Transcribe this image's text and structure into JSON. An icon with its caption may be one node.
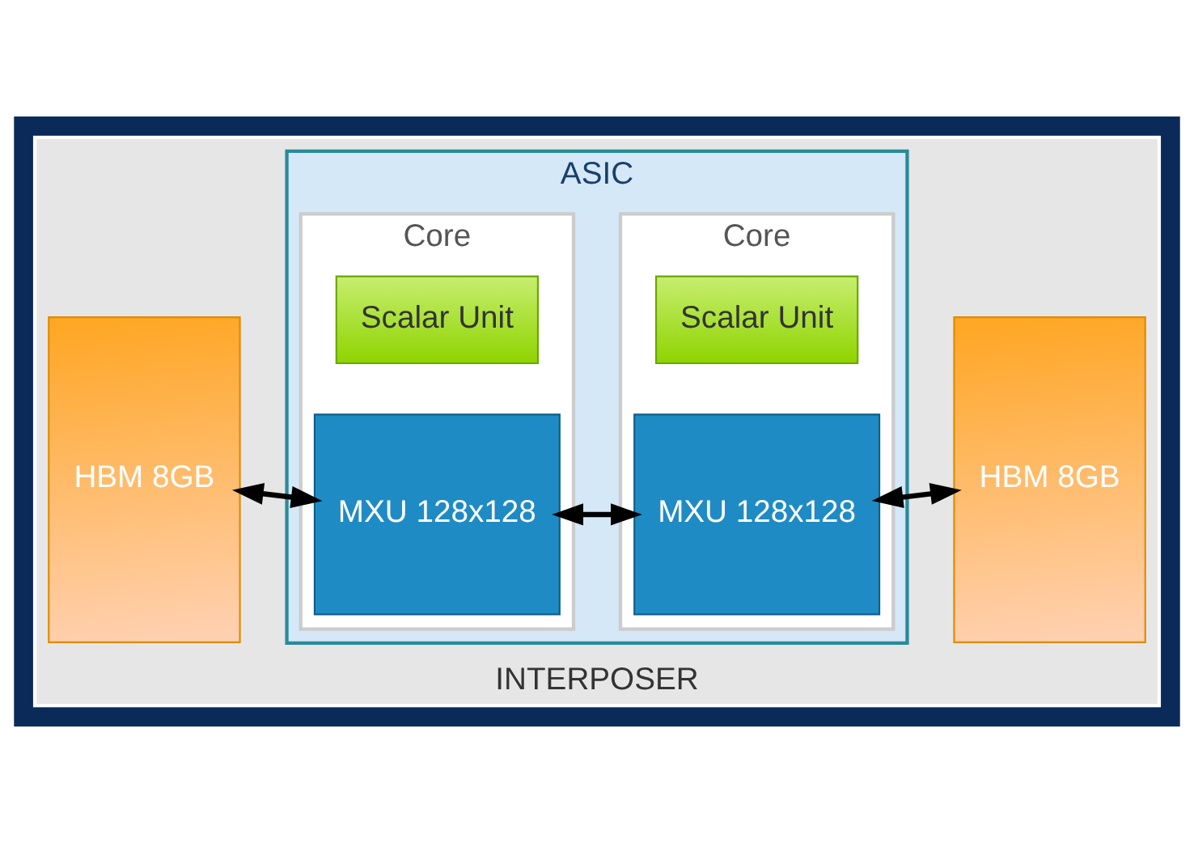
{
  "diagram": {
    "nodes": [
      {
        "text": [
          "INTERPOSER"
        ]
      },
      {
        "text": [
          "HBM 8GB"
        ],
        "in": 0
      },
      {
        "text": [
          "ASIC"
        ],
        "in": 0
      },
      {
        "text": [
          "Core"
        ],
        "in": 2
      },
      {
        "text": [
          "Scalar Unit"
        ],
        "in": 3
      },
      {
        "text": [
          "MXU 128x128"
        ],
        "in": 3
      },
      {
        "text": [
          "Core"
        ],
        "in": 2
      },
      {
        "text": [
          "Scalar Unit"
        ],
        "in": 6
      },
      {
        "text": [
          "MXU 128x128"
        ],
        "in": 6
      },
      {
        "text": [
          "HBM 8GB"
        ],
        "in": 0
      }
    ],
    "edges": [
      {
        "from": 1,
        "to": 5,
        "arrow": "both"
      },
      {
        "from": 5,
        "to": 8,
        "arrow": "both"
      },
      {
        "from": 8,
        "to": 9,
        "arrow": "both"
      }
    ]
  }
}
